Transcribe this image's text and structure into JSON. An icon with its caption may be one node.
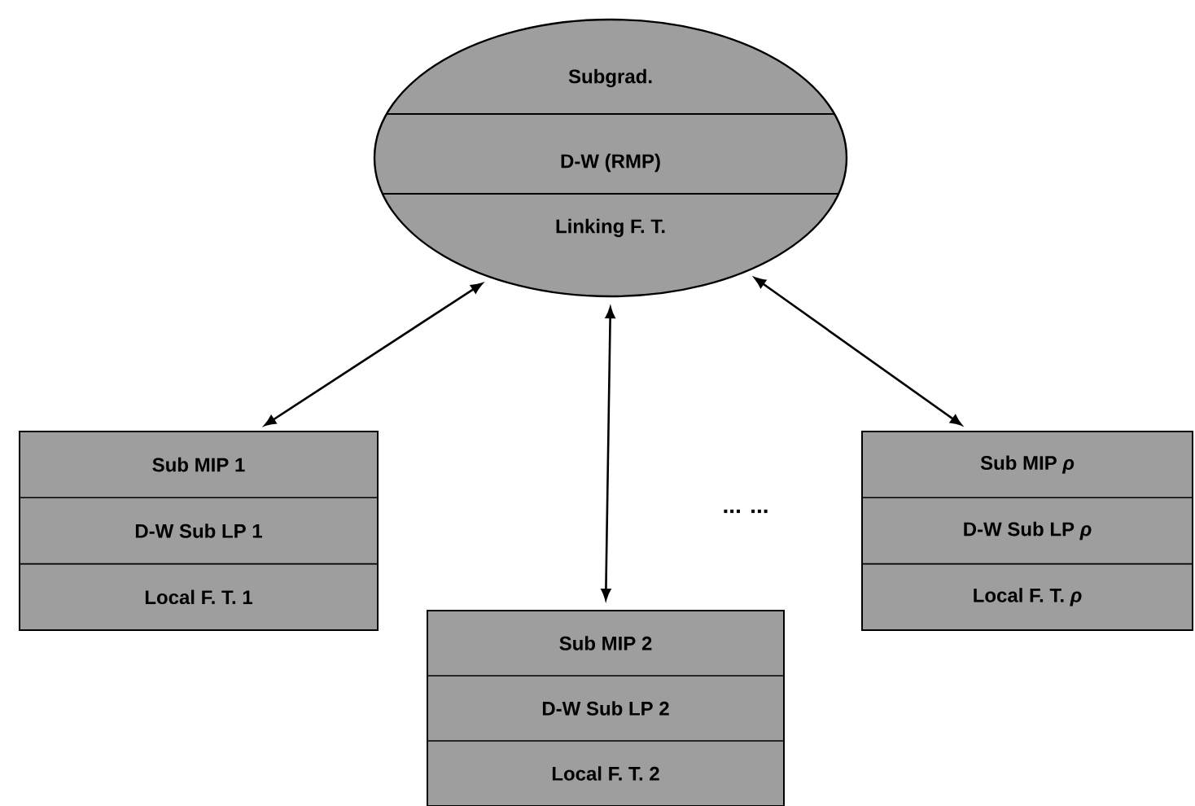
{
  "diagram": {
    "nodes": [
      {
        "text": [
          "Subgrad.",
          "D-W (RMP)",
          "Linking F. T."
        ]
      },
      {
        "text": [
          "Sub MIP 1",
          "D-W Sub LP 1",
          "Local F. T. 1"
        ]
      },
      {
        "text": [
          "Sub MIP 2",
          "D-W Sub LP 2",
          "Local F. T. 2"
        ]
      },
      {
        "text": [
          "Sub MIP *ρ*",
          "D-W  Sub LP *ρ*",
          "Local F. T. *ρ*"
        ]
      }
    ],
    "edges": [
      {
        "from": 0,
        "to": 1,
        "arrow": "both"
      },
      {
        "from": 0,
        "to": 2,
        "arrow": "both"
      },
      {
        "from": 0,
        "to": 3,
        "arrow": "both"
      }
    ],
    "labels": [
      "... ..."
    ]
  }
}
